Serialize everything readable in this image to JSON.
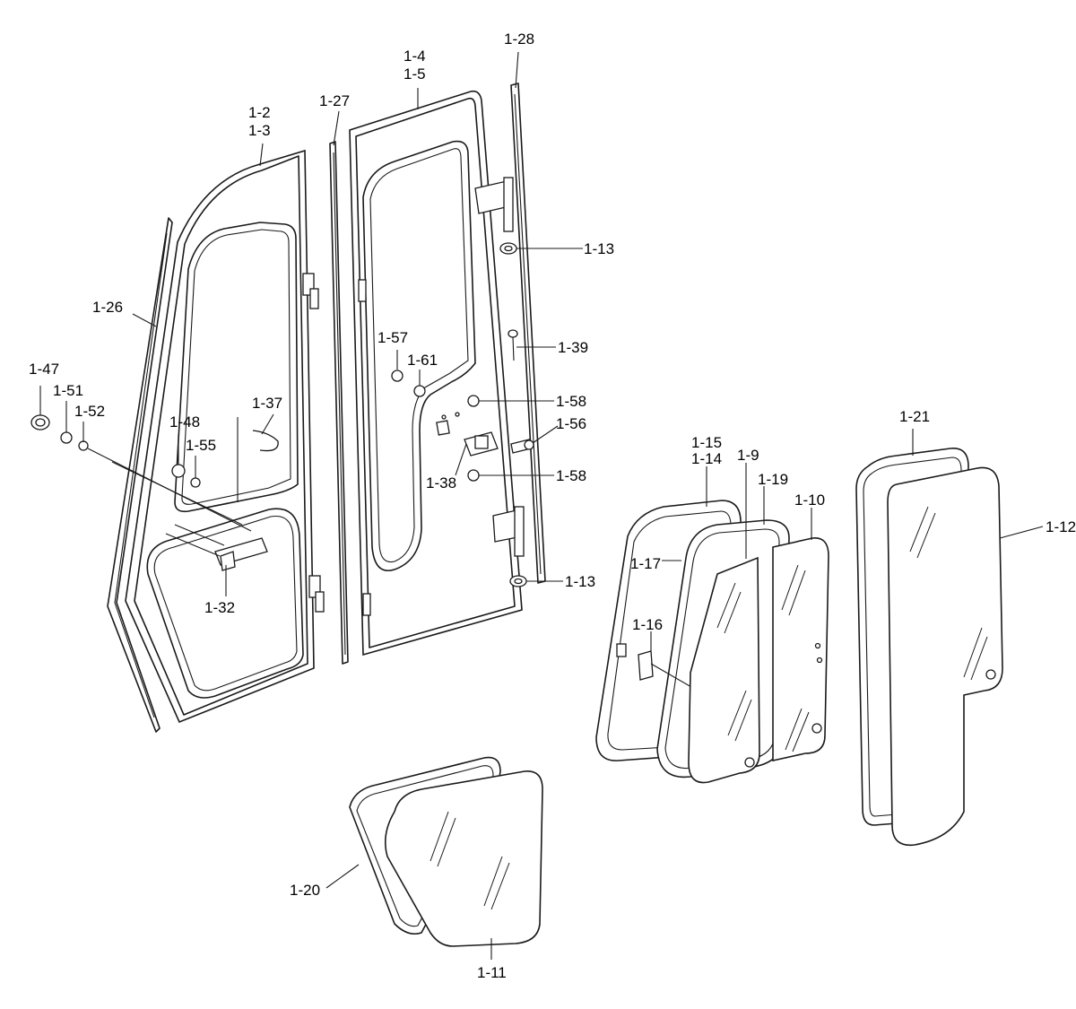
{
  "callouts": {
    "c1_2": "1-2",
    "c1_3": "1-3",
    "c1_4": "1-4",
    "c1_5": "1-5",
    "c1_9": "1-9",
    "c1_10": "1-10",
    "c1_11": "1-11",
    "c1_12": "1-12",
    "c1_13a": "1-13",
    "c1_13b": "1-13",
    "c1_14": "1-14",
    "c1_15": "1-15",
    "c1_16": "1-16",
    "c1_17": "1-17",
    "c1_19": "1-19",
    "c1_20": "1-20",
    "c1_21": "1-21",
    "c1_26": "1-26",
    "c1_27": "1-27",
    "c1_28": "1-28",
    "c1_32": "1-32",
    "c1_37": "1-37",
    "c1_38": "1-38",
    "c1_39": "1-39",
    "c1_47": "1-47",
    "c1_48": "1-48",
    "c1_51": "1-51",
    "c1_52": "1-52",
    "c1_55": "1-55",
    "c1_56": "1-56",
    "c1_57": "1-57",
    "c1_58a": "1-58",
    "c1_58b": "1-58",
    "c1_61": "1-61"
  }
}
